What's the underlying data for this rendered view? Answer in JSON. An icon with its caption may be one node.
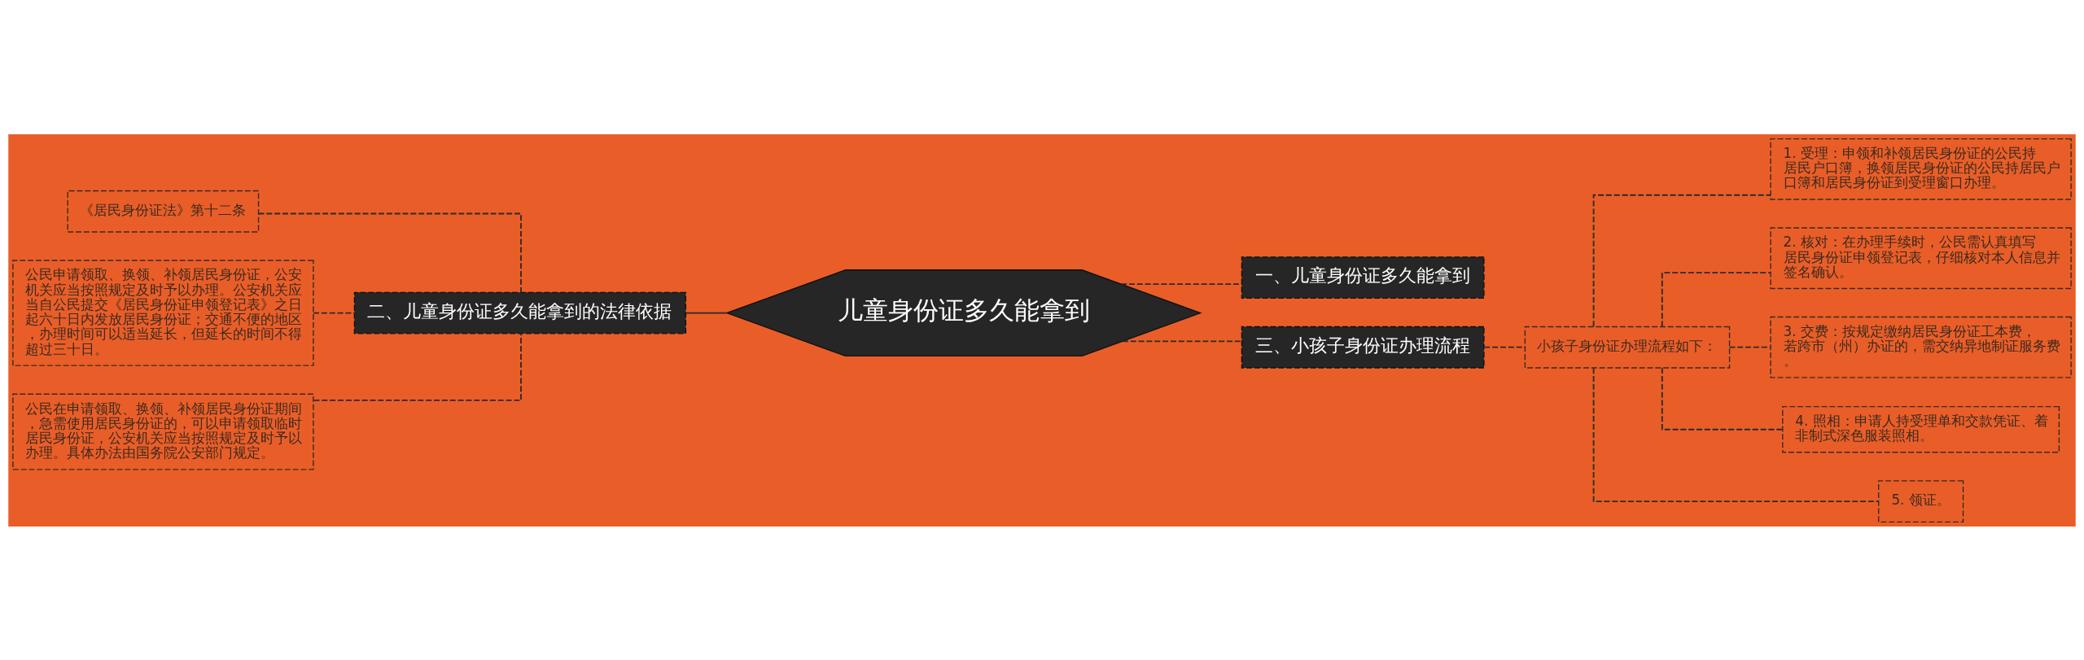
{
  "diagram": {
    "nodes": [
      {
        "text": [
          "儿童身份证多久能拿到"
        ]
      },
      {
        "text": [
          "一、儿童身份证多久能拿到"
        ]
      },
      {
        "text": [
          "二、儿童身份证多久能拿到的法律依据"
        ]
      },
      {
        "text": [
          "《居民身份证法》第十二条"
        ]
      },
      {
        "text": [
          "公民申请领取、换领、补领居民身份证，公安机关应当按照规定及时予以办理。公安机关应当自公民提交《居民身份证申领登记表》之日起六十日内发放居民身份证；交通不便的地区，办理时间可以适当延长，但延长的时间不得超过三十日。"
        ]
      },
      {
        "text": [
          "公民在申请领取、换领、补领居民身份证期间，急需使用居民身份证的，可以申请领取临时居民身份证，公安机关应当按照规定及时予以办理。具体办法由国务院公安部门规定。"
        ]
      },
      {
        "text": [
          "三、小孩子身份证办理流程"
        ]
      },
      {
        "text": [
          "小孩子身份证办理流程如下："
        ]
      },
      {
        "text": [
          "1. 受理：申领和补领居民身份证的公民持居民户口簿，换领居民身份证的公民持居民户口簿和居民身份证到受理窗口办理。"
        ]
      },
      {
        "text": [
          "2. 核对：在办理手续时，公民需认真填写居民身份证申领登记表，仔细核对本人信息并签名确认。"
        ]
      },
      {
        "text": [
          "3. 交费：按规定缴纳居民身份证工本费，若跨市（州）办证的，需交纳异地制证服务费。"
        ]
      },
      {
        "text": [
          "4. 照相：申请人持受理单和交款凭证、着非制式深色服装照相。"
        ]
      },
      {
        "text": [
          "5. 领证。"
        ]
      }
    ],
    "edges": [
      {
        "from": 0,
        "to": 1,
        "arrow": "none",
        "style": "dashed"
      },
      {
        "from": 0,
        "to": 2,
        "arrow": "none"
      },
      {
        "from": 2,
        "to": 3,
        "arrow": "none",
        "style": "dashed"
      },
      {
        "from": 2,
        "to": 4,
        "arrow": "none",
        "style": "dashed"
      },
      {
        "from": 2,
        "to": 5,
        "arrow": "none",
        "style": "dashed"
      },
      {
        "from": 0,
        "to": 6,
        "arrow": "none",
        "style": "dashed"
      },
      {
        "from": 6,
        "to": 7,
        "arrow": "none",
        "style": "dashed"
      },
      {
        "from": 7,
        "to": 8,
        "arrow": "none",
        "style": "dashed"
      },
      {
        "from": 7,
        "to": 9,
        "arrow": "none",
        "style": "dashed"
      },
      {
        "from": 7,
        "to": 10,
        "arrow": "none",
        "style": "dashed"
      },
      {
        "from": 7,
        "to": 11,
        "arrow": "none",
        "style": "dashed"
      },
      {
        "from": 7,
        "to": 12,
        "arrow": "none",
        "style": "dashed"
      }
    ]
  }
}
